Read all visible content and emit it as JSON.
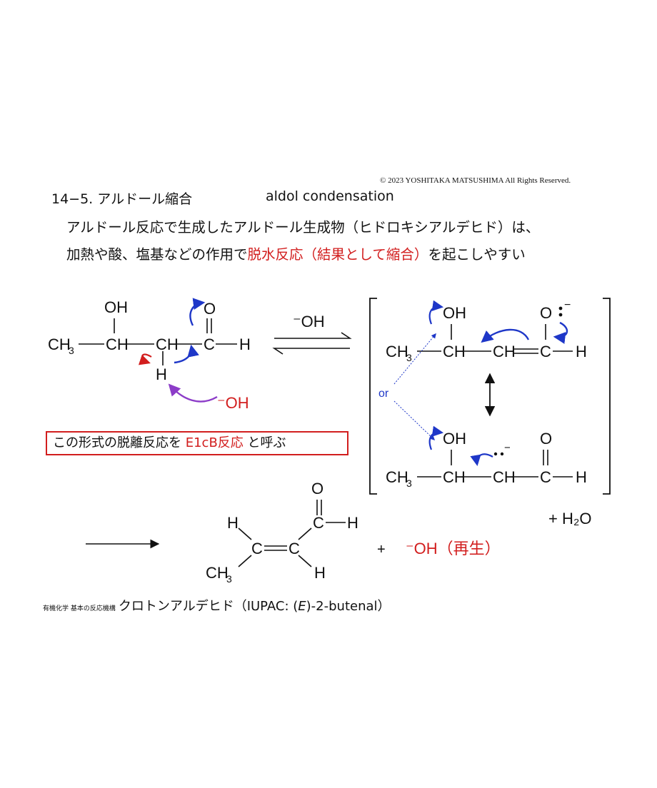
{
  "header": {
    "copyright": "© 2023 YOSHITAKA MATSUSHIMA All Rights Reserved.",
    "title": "14−5. アルドール縮合",
    "subtitle": "aldol condensation",
    "line1": "アルドール反応で生成したアルドール生成物（ヒドロキシアルデヒド）は、",
    "line2_a": "加熱や酸、塩基などの作用で",
    "line2_red": "脱水反応（結果として縮合）",
    "line2_b": "を起こしやすい"
  },
  "diagram": {
    "hydroxide_label": "⁻OH",
    "or_label": "or",
    "water_label": "+ H₂O",
    "plus": "+",
    "regenerated": "⁻OH（再生）",
    "atoms": {
      "OH": "OH",
      "O": "O",
      "CH3": "CH",
      "sub3": "3",
      "CH": "CH",
      "C": "C",
      "H": "H"
    }
  },
  "e1cb": {
    "a": "この形式の脱離反応を ",
    "red": "E1cB反応",
    "b": " と呼ぶ"
  },
  "footer": {
    "small": "有機化学 基本の反応機構",
    "product": "クロトンアルデヒド（IUPAC:  (",
    "italic": "E",
    "rest": ")-2-butenal）"
  },
  "colors": {
    "accent_red": "#d21e1e",
    "arrow_blue": "#1e37c8",
    "arrow_purple": "#8c3cc8",
    "bond": "#111111"
  }
}
